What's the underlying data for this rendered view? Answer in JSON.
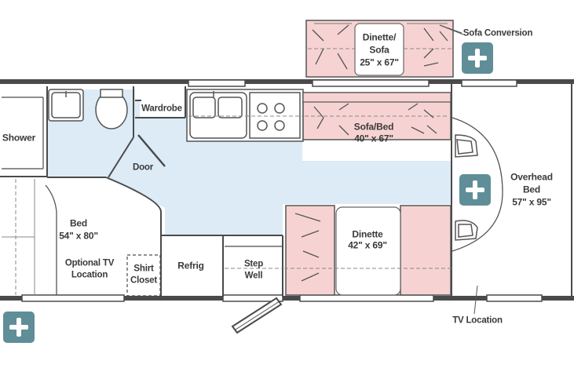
{
  "labels": {
    "shower": "Shower",
    "wardrobe": "Wardrobe",
    "door": "Door",
    "bed": "Bed",
    "bed_size": "54\" x 80\"",
    "optional_tv_1": "Optional TV",
    "optional_tv_2": "Location",
    "shirt_closet_1": "Shirt",
    "shirt_closet_2": "Closet",
    "refrig": "Refrig",
    "step_well_1": "Step",
    "step_well_2": "Well",
    "dinette": "Dinette",
    "dinette_size": "42\" x 69\"",
    "sofa_bed": "Sofa/Bed",
    "sofa_bed_size": "40\" x 67\"",
    "dinette_sofa_1": "Dinette/",
    "dinette_sofa_2": "Sofa",
    "dinette_sofa_size": "25\" x 67\"",
    "sofa_conversion": "Sofa Conversion",
    "overhead_bed_1": "Overhead",
    "overhead_bed_2": "Bed",
    "overhead_bed_size": "57\" x 95\"",
    "tv_location": "TV Location"
  },
  "colors": {
    "floor": "#dcebf6",
    "pink": "#f6d3d2",
    "wall": "#4a4a4a",
    "button": "#5f8e98"
  },
  "icons": [
    "plus-icon"
  ]
}
